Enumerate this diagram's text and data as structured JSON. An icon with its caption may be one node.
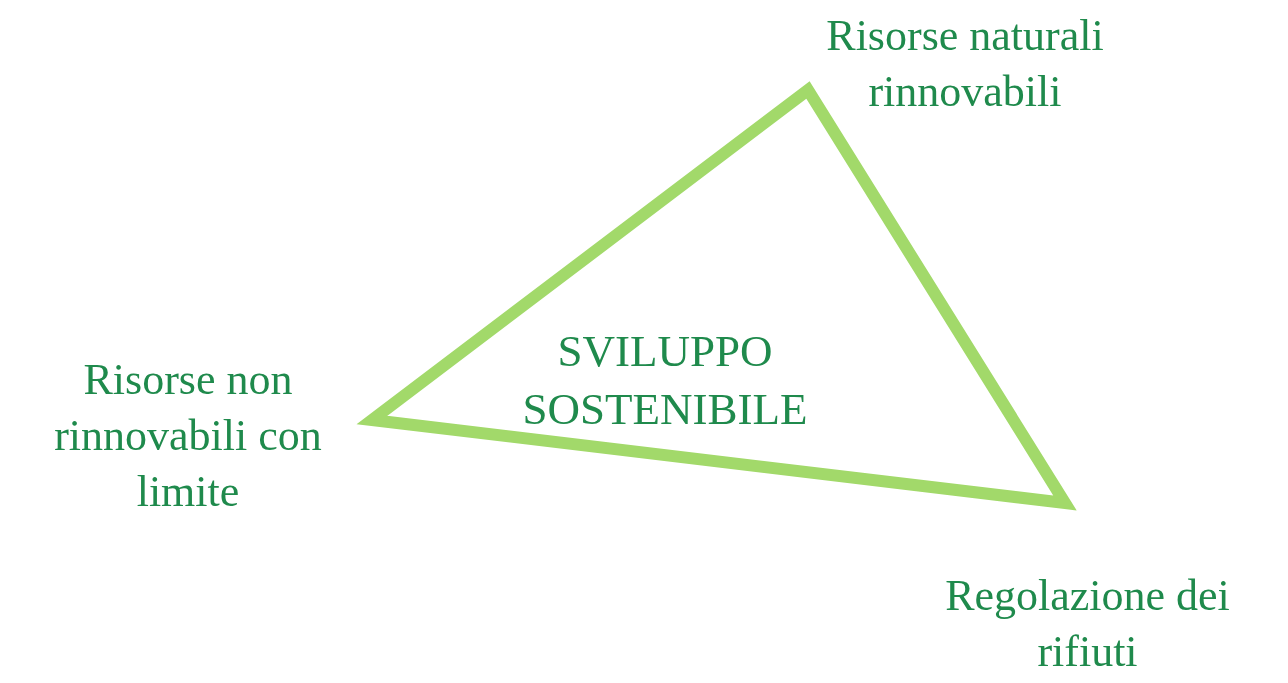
{
  "diagram": {
    "nodes": [
      {
        "text": [
          "SVILUPPO SOSTENIBILE"
        ]
      }
    ],
    "labels": [
      "Risorse naturali rinnovabili",
      "Risorse non rinnovabili con limite",
      "Regolazione dei rifiuti"
    ]
  }
}
